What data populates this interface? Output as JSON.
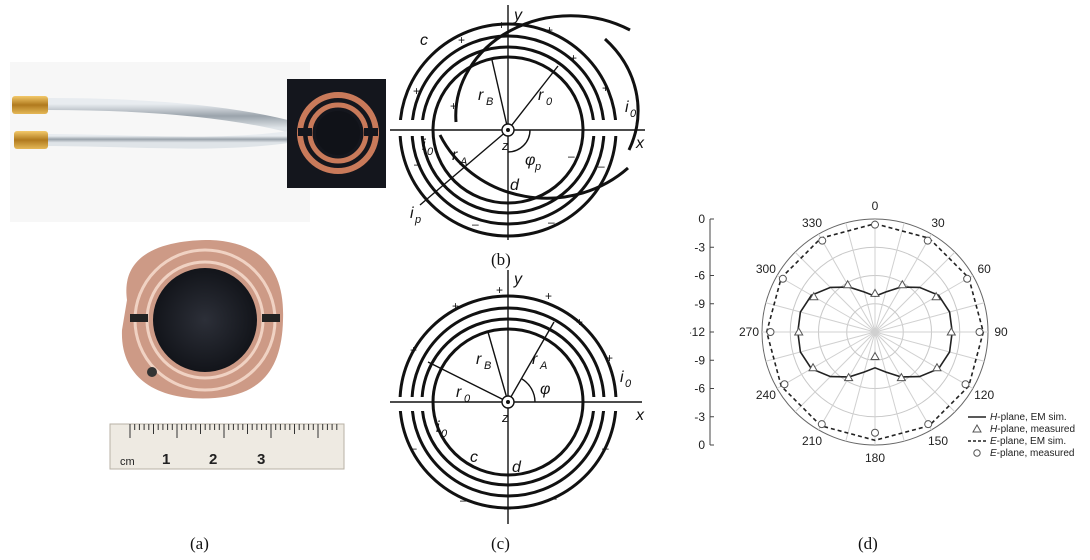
{
  "captions": {
    "a": "(a)",
    "b": "(b)",
    "c": "(c)",
    "d": "(d)"
  },
  "panel_b": {
    "axis_y": "y",
    "axis_x": "x",
    "axis_z": "z",
    "label_c": "c",
    "label_d": "d",
    "label_rb": "r",
    "label_rb_sub": "B",
    "label_r0": "r",
    "label_r0_sub": "0",
    "label_ra": "r",
    "label_ra_sub": "A",
    "label_i0_left": "i",
    "label_i0_left_sub": "0",
    "label_i0_right": "i",
    "label_i0_right_sub": "0",
    "label_ip": "i",
    "label_ip_sub": "p",
    "label_phi": "φ",
    "label_phi_sub": "p",
    "plus": "+",
    "minus": "–"
  },
  "panel_c": {
    "axis_y": "y",
    "axis_x": "x",
    "axis_z": "z",
    "label_c": "c",
    "label_d": "d",
    "label_rb": "r",
    "label_rb_sub": "B",
    "label_r0": "r",
    "label_r0_sub": "0",
    "label_ra": "r",
    "label_ra_sub": "A",
    "label_i0_left": "i",
    "label_i0_left_sub": "0",
    "label_i0_right": "i",
    "label_i0_right_sub": "0",
    "label_phi": "φ",
    "plus": "+",
    "minus": "–"
  },
  "panel_a": {
    "ruler_unit": "cm",
    "ruler_numbers": [
      "1",
      "2",
      "3"
    ]
  },
  "chart_data": {
    "type": "polar",
    "angle_labels": [
      "0",
      "30",
      "60",
      "90",
      "120",
      "150",
      "180",
      "210",
      "240",
      "270",
      "300",
      "330"
    ],
    "radial_axis_labels": [
      "0",
      "-3",
      "-6",
      "-9",
      "-12",
      "-9",
      "-6",
      "-3",
      "0"
    ],
    "rlim": [
      -12,
      0
    ],
    "grid": true,
    "legend_position": "bottom-right",
    "series": [
      {
        "name": "H-plane, EM sim.",
        "style": "solid",
        "x": [
          0,
          15,
          30,
          45,
          60,
          75,
          90,
          105,
          120,
          135,
          150,
          165,
          180
        ],
        "y": [
          -8.2,
          -7.6,
          -6.5,
          -5.3,
          -4.2,
          -3.8,
          -3.8,
          -3.8,
          -4.2,
          -5.3,
          -6.5,
          -7.6,
          -8.2
        ]
      },
      {
        "name": "H-plane, measured",
        "style": "triangle",
        "x": [
          0,
          30,
          60,
          90,
          120,
          150,
          180
        ],
        "y": [
          -7.9,
          -6.2,
          -4.5,
          -3.9,
          -4.4,
          -6.4,
          -9.4
        ]
      },
      {
        "name": "E-plane, EM sim.",
        "style": "dashed",
        "x": [
          0,
          30,
          60,
          90,
          120,
          150,
          180
        ],
        "y": [
          -0.5,
          -0.5,
          -0.5,
          -0.5,
          -0.5,
          -0.5,
          -0.5
        ]
      },
      {
        "name": "E-plane, measured",
        "style": "circle",
        "x": [
          0,
          30,
          60,
          90,
          120,
          150,
          180
        ],
        "y": [
          -0.6,
          -0.8,
          -0.7,
          -0.9,
          -0.9,
          -0.7,
          -1.3
        ]
      }
    ],
    "legend": [
      {
        "prefix": "H",
        "text": "-plane, EM sim."
      },
      {
        "prefix": "H",
        "text": "-plane, measured"
      },
      {
        "prefix": "E",
        "text": "-plane, EM sim."
      },
      {
        "prefix": "E",
        "text": "-plane, measured"
      }
    ]
  }
}
